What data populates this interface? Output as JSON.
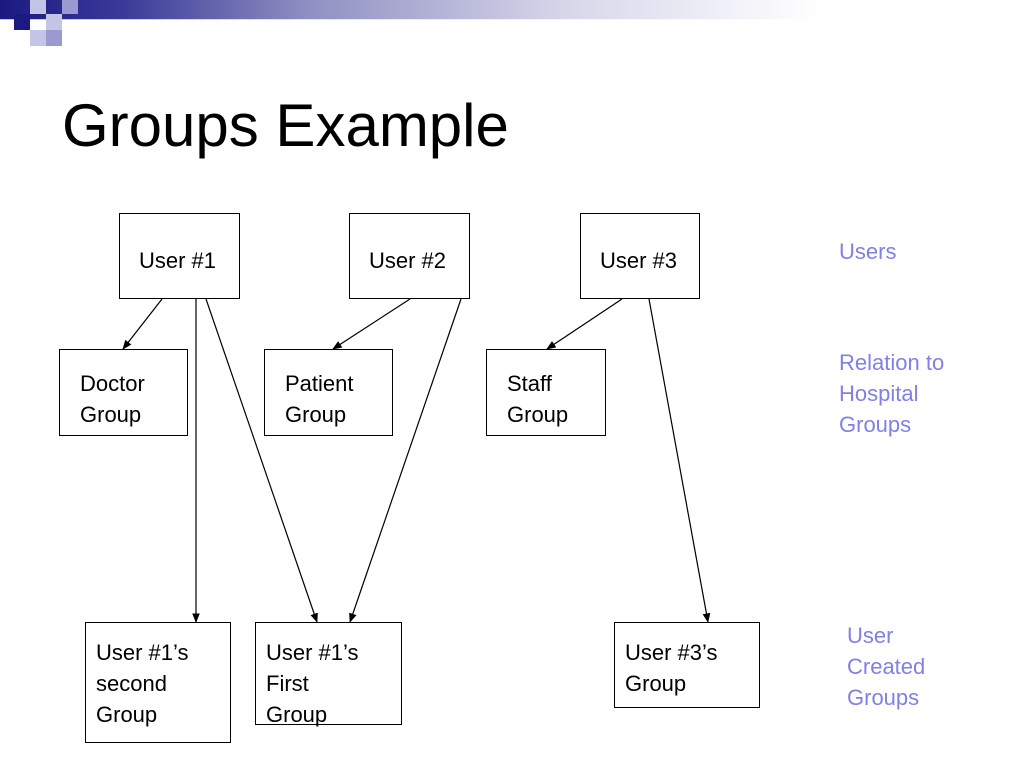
{
  "slide": {
    "title": "Groups Example"
  },
  "diagram": {
    "users": [
      {
        "id": "user1",
        "label": "User #1"
      },
      {
        "id": "user2",
        "label": "User #2"
      },
      {
        "id": "user3",
        "label": "User #3"
      }
    ],
    "hospital_groups": [
      {
        "id": "doctor",
        "label": "Doctor\nGroup"
      },
      {
        "id": "patient",
        "label": "Patient\nGroup"
      },
      {
        "id": "staff",
        "label": "Staff\nGroup"
      }
    ],
    "user_created_groups": [
      {
        "id": "u1second",
        "label": "User #1’s\nsecond\nGroup"
      },
      {
        "id": "u1first",
        "label": "User #1’s\nFirst\nGroup"
      },
      {
        "id": "u3group",
        "label": "User #3’s\nGroup"
      }
    ],
    "edges": [
      {
        "from": "user1",
        "to": "doctor"
      },
      {
        "from": "user1",
        "to": "u1second"
      },
      {
        "from": "user1",
        "to": "u1first"
      },
      {
        "from": "user2",
        "to": "patient"
      },
      {
        "from": "user2",
        "to": "u1first"
      },
      {
        "from": "user3",
        "to": "staff"
      },
      {
        "from": "user3",
        "to": "u3group"
      }
    ],
    "row_labels": {
      "users": "Users",
      "hospital": "Relation to\nHospital\nGroups",
      "created": "User\nCreated\nGroups"
    }
  },
  "colors": {
    "header_navy": "#1a1a80",
    "row_label": "#8080e6",
    "line": "#000000"
  }
}
